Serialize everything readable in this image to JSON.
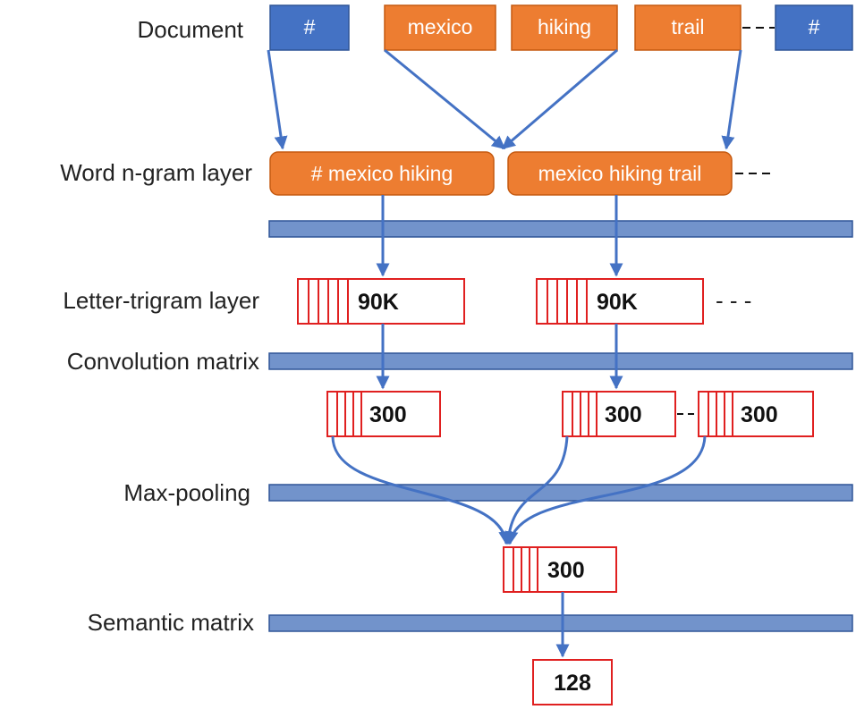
{
  "labels": {
    "document": "Document",
    "word_ngram": "Word n-gram layer",
    "letter_trigram": "Letter-trigram layer",
    "convolution": "Convolution matrix",
    "maxpool": "Max-pooling",
    "semantic": "Semantic matrix"
  },
  "tokens": [
    "#",
    "mexico",
    "hiking",
    "trail",
    "#"
  ],
  "ngrams": [
    "# mexico hiking",
    "mexico hiking trail"
  ],
  "trigram_values": [
    "90K",
    "90K"
  ],
  "conv_values": [
    "300",
    "300",
    "300"
  ],
  "pool_value": "300",
  "output_value": "128",
  "ellipsis": "- - -",
  "colors": {
    "blue": "#4472c4",
    "blue_dark": "#2f5597",
    "orange": "#ed7d31",
    "orange_border": "#c55a11",
    "red": "#e02020",
    "layer_bar": "#7293cb"
  }
}
